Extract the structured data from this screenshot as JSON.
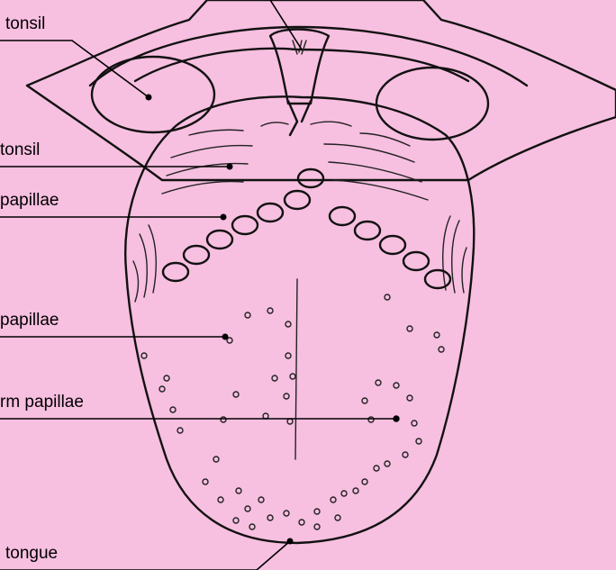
{
  "labels": {
    "palatine_tonsil": "tonsil",
    "lingual_tonsil": "tonsil",
    "vallate_papillae": "papillae",
    "foliate_papillae": "papillae",
    "fungiform_papillae": "rm papillae",
    "apex": "tongue"
  },
  "colors": {
    "background": "#f7bfe0",
    "ink": "#111111",
    "tongue_fill": "#ffffff"
  }
}
